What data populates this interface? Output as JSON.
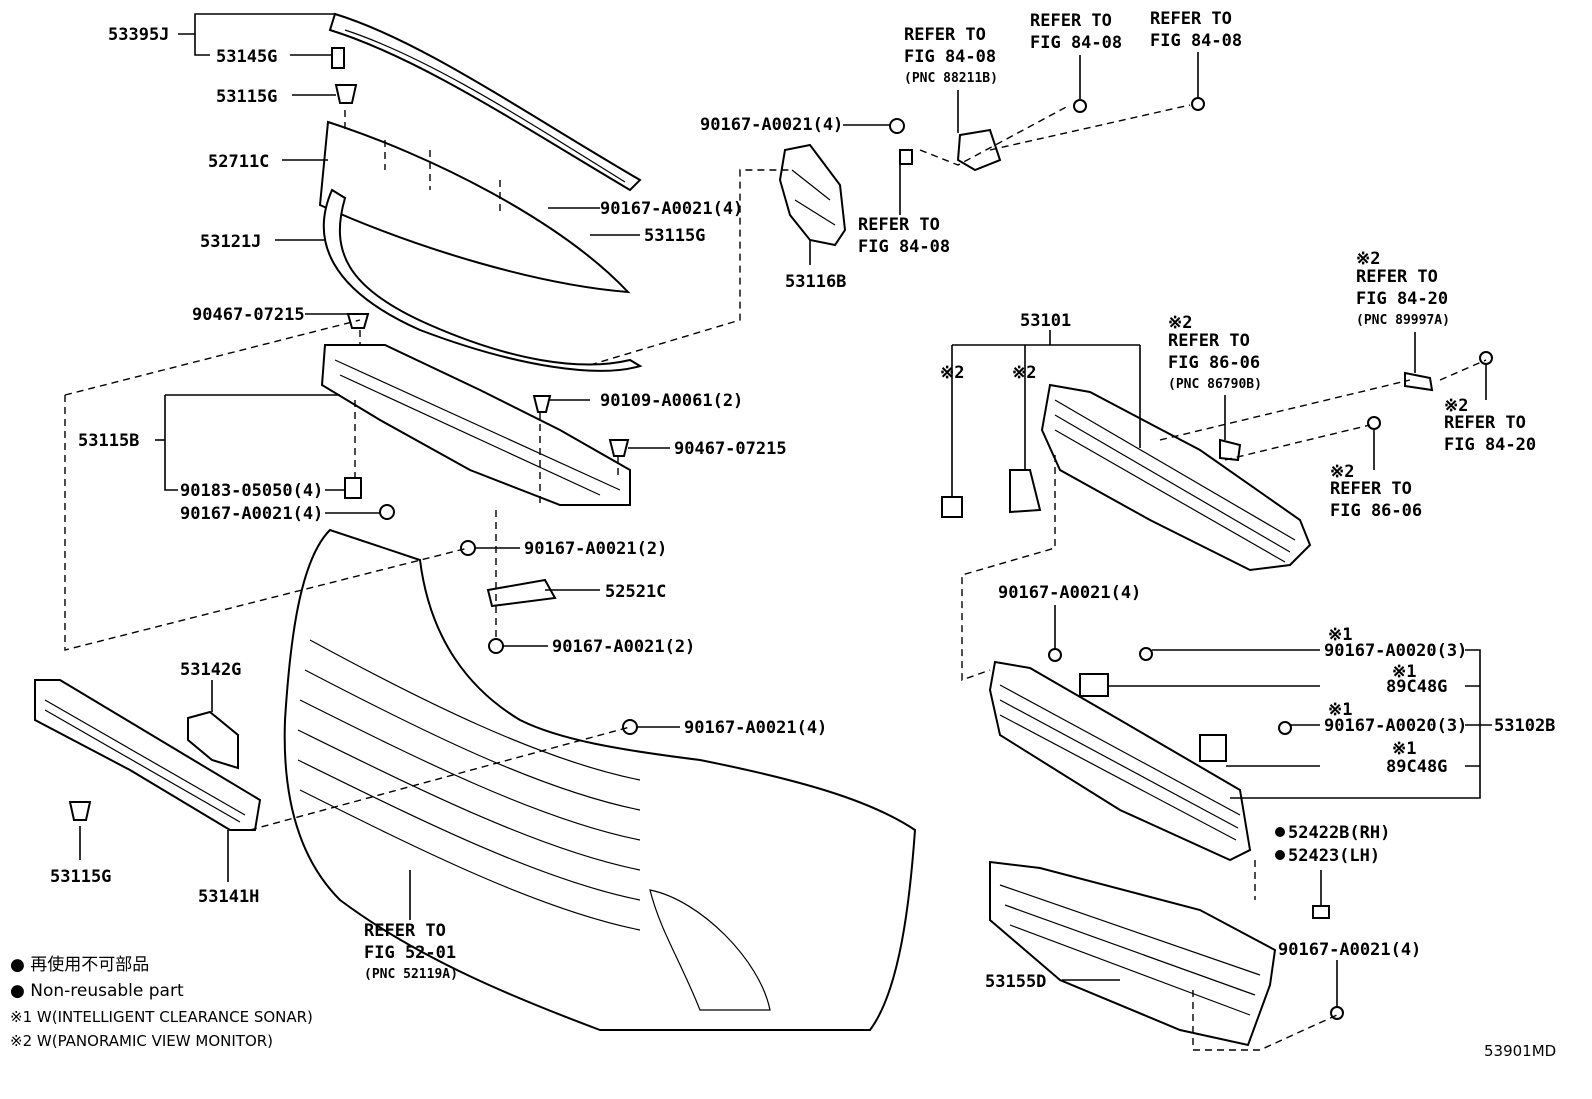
{
  "labels": {
    "p53395J": "53395J",
    "p53145G": "53145G",
    "p53115G_a": "53115G",
    "p52711C": "52711C",
    "p90167_4_a": "90167-A0021(4)",
    "p53115G_b": "53115G",
    "p53121J": "53121J",
    "p90467_a": "90467-07215",
    "p53115B": "53115B",
    "p90109": "90109-A0061(2)",
    "p90467_b": "90467-07215",
    "p90183": "90183-05050(4)",
    "p90167_4_b": "90167-A0021(4)",
    "p90167_2_a": "90167-A0021(2)",
    "p52521C": "52521C",
    "p90167_2_b": "90167-A0021(2)",
    "p53142G": "53142G",
    "p90167_4_c": "90167-A0021(4)",
    "p53115G_c": "53115G",
    "p53141H": "53141H",
    "p90167_4_top": "90167-A0021(4)",
    "p53116B": "53116B",
    "p53101": "53101",
    "p90167_4_d": "90167-A0021(4)",
    "p90167_0020_a": "90167-A0020(3)",
    "p89C48G_a": "89C48G",
    "p90167_0020_b": "90167-A0020(3)",
    "p89C48G_b": "89C48G",
    "p53102B": "53102B",
    "p52422B": "52422B(RH)",
    "p52423": "52423(LH)",
    "p90167_4_e": "90167-A0021(4)",
    "p53155D": "53155D",
    "mark_x1_a": "※1",
    "mark_x1_b": "※1",
    "mark_x1_c": "※1",
    "mark_x1_d": "※1",
    "mark_x2_a": "※2",
    "mark_x2_b": "※2",
    "mark_x2_c": "※2",
    "mark_x2_d": "※2",
    "mark_x2_e": "※2",
    "mark_x2_f": "※2",
    "diagram_code": "53901MD"
  },
  "refers": {
    "r1_a": "REFER TO",
    "r1_b": "FIG 84-08",
    "r1_c": "(PNC 88211B)",
    "r2_a": "REFER TO",
    "r2_b": "FIG 84-08",
    "r3_a": "REFER TO",
    "r3_b": "FIG 84-08",
    "r4_a": "REFER TO",
    "r4_b": "FIG 84-08",
    "r5_a": "REFER TO",
    "r5_b": "FIG 84-20",
    "r5_c": "(PNC 89997A)",
    "r6_a": "REFER TO",
    "r6_b": "FIG 86-06",
    "r6_c": "(PNC 86790B)",
    "r7_a": "REFER TO",
    "r7_b": "FIG 84-20",
    "r8_a": "REFER TO",
    "r8_b": "FIG 86-06",
    "r9_a": "REFER TO",
    "r9_b": "FIG 52-01",
    "r9_c": "(PNC 52119A)"
  },
  "legend": {
    "jp": "● 再使用不可部品",
    "en": "● Non-reusable part",
    "note1": "※1 W(INTELLIGENT CLEARANCE SONAR)",
    "note2": "※2 W(PANORAMIC VIEW MONITOR)"
  },
  "colors": {
    "line": "#000000",
    "background": "#ffffff"
  }
}
